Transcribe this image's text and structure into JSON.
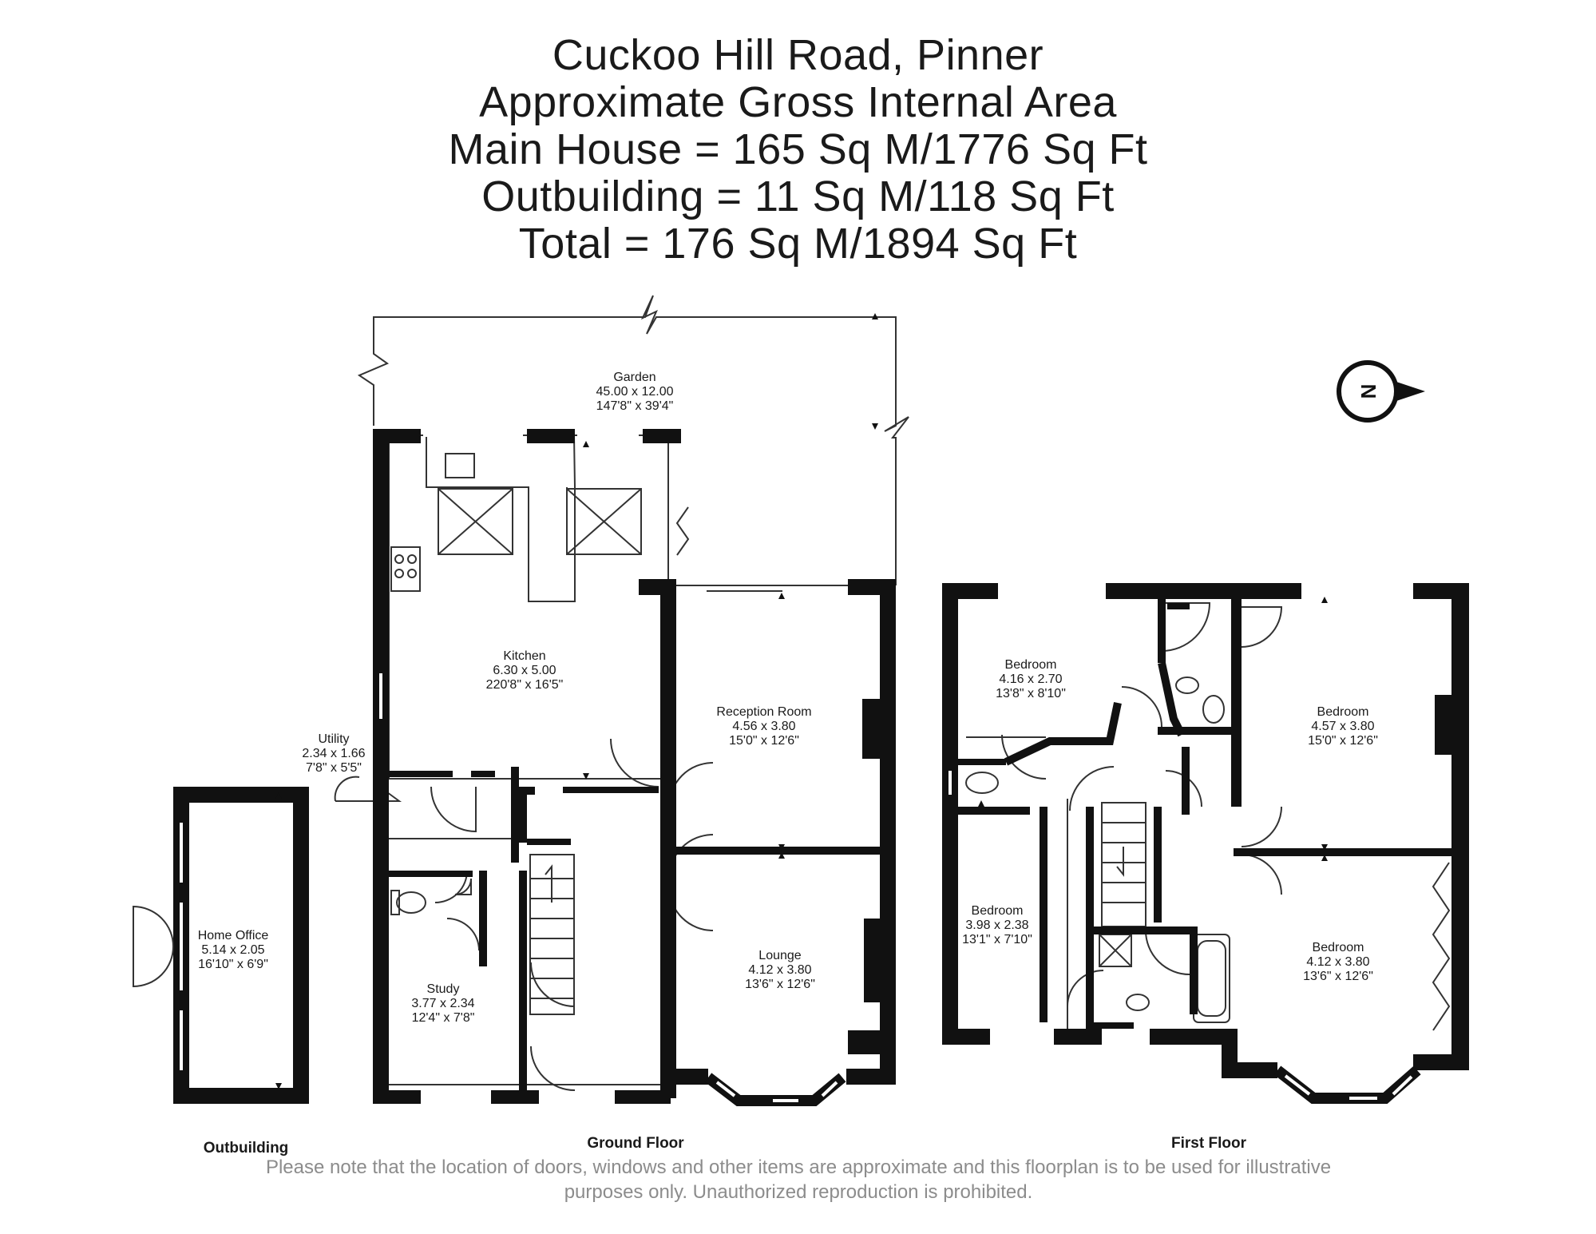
{
  "title": {
    "line1": "Cuckoo Hill Road, Pinner",
    "line2": "Approximate Gross Internal Area",
    "line3": "Main House = 165 Sq M/1776 Sq Ft",
    "line4": "Outbuilding = 11 Sq M/118 Sq Ft",
    "line5": "Total = 176 Sq M/1894 Sq Ft"
  },
  "compass": {
    "letter": "N"
  },
  "rooms": {
    "garden": {
      "name": "Garden",
      "metric": "45.00 x 12.00",
      "imperial": "147'8\" x 39'4\""
    },
    "kitchen": {
      "name": "Kitchen",
      "metric": "6.30 x 5.00",
      "imperial": "220'8\" x 16'5\""
    },
    "reception": {
      "name": "Reception Room",
      "metric": "4.56 x 3.80",
      "imperial": "15'0\" x 12'6\""
    },
    "utility": {
      "name": "Utility",
      "metric": "2.34 x 1.66",
      "imperial": "7'8\" x 5'5\""
    },
    "study": {
      "name": "Study",
      "metric": "3.77 x 2.34",
      "imperial": "12'4\" x 7'8\""
    },
    "lounge": {
      "name": "Lounge",
      "metric": "4.12 x 3.80",
      "imperial": "13'6\" x 12'6\""
    },
    "home_office": {
      "name": "Home Office",
      "metric": "5.14 x 2.05",
      "imperial": "16'10\" x 6'9\""
    },
    "bedroom_1": {
      "name": "Bedroom",
      "metric": "4.16 x 2.70",
      "imperial": "13'8\" x 8'10\""
    },
    "bedroom_2": {
      "name": "Bedroom",
      "metric": "4.57 x 3.80",
      "imperial": "15'0\" x 12'6\""
    },
    "bedroom_3": {
      "name": "Bedroom",
      "metric": "3.98 x 2.38",
      "imperial": "13'1\" x 7'10\""
    },
    "bedroom_4": {
      "name": "Bedroom",
      "metric": "4.12 x 3.80",
      "imperial": "13'6\" x 12'6\""
    }
  },
  "floor_labels": {
    "outbuilding": "Outbuilding",
    "ground": "Ground Floor",
    "first": "First Floor"
  },
  "disclaimer": {
    "line1": "Please note that the location of doors, windows and other items are approximate and this floorplan is to be used for illustrative",
    "line2": "purposes only. Unauthorized reproduction is prohibited."
  }
}
